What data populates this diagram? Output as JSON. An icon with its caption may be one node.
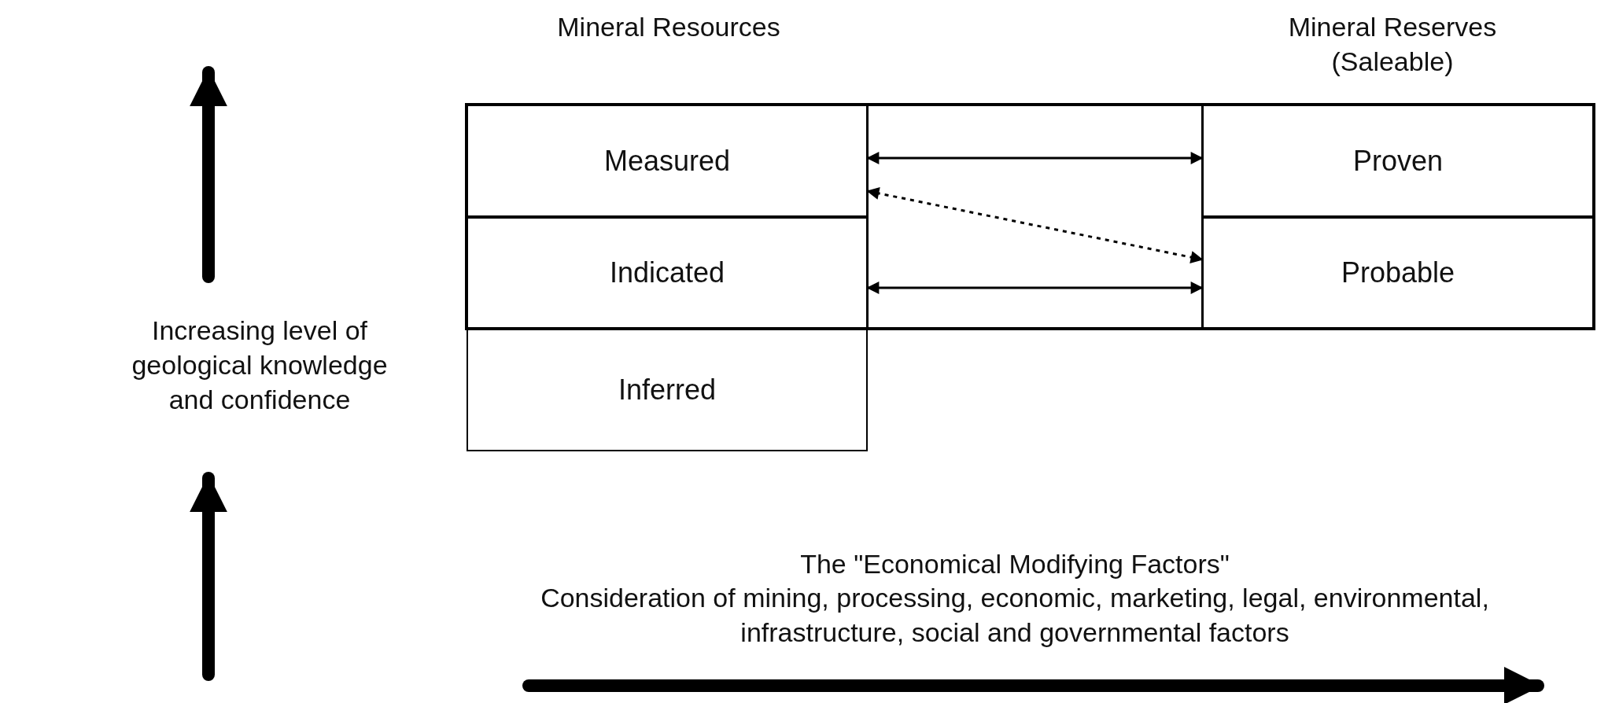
{
  "diagram": {
    "nodes": [
      {
        "text": [
          "Measured"
        ]
      },
      {
        "text": [
          "Indicated"
        ]
      },
      {
        "text": [
          "Inferred"
        ]
      },
      {
        "text": [
          "Proven"
        ]
      },
      {
        "text": [
          "Probable"
        ]
      }
    ],
    "edges": [
      {
        "from": 0,
        "to": 3,
        "arrow": "both"
      },
      {
        "from": 0,
        "to": 4,
        "arrow": "both",
        "style": "dashed"
      },
      {
        "from": 1,
        "to": 4,
        "arrow": "both"
      }
    ],
    "labels": [
      "Mineral Resources",
      "Mineral Reserves (Saleable)",
      "Increasing level of geological knowledge and confidence",
      "The \"Economical Modifying Factors\"",
      "Consideration of mining, processing, economic, marketing, legal, environmental, infrastructure, social and governmental factors"
    ]
  }
}
